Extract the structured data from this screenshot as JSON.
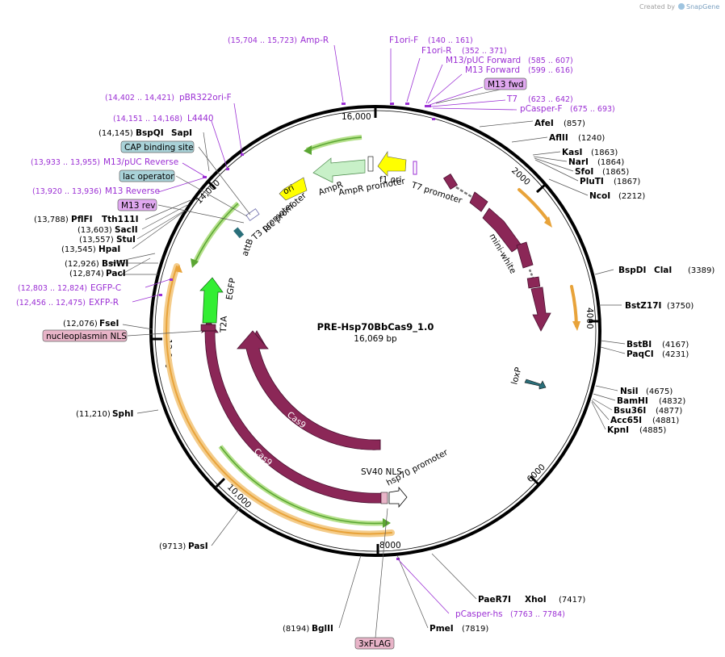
{
  "credit": {
    "text": "Created by",
    "brand": "SnapGene"
  },
  "plasmid": {
    "name": "PRE-Hsp70BbCas9_1.0",
    "size": "16,069 bp"
  },
  "ticks": [
    "2000",
    "4000",
    "6000",
    "8000",
    "10,000",
    "12,000",
    "14,000",
    "16,000"
  ],
  "enzymes": [
    {
      "name": "AfeI",
      "pos": "(857)"
    },
    {
      "name": "AflII",
      "pos": "(1240)"
    },
    {
      "name": "KasI",
      "pos": "(1863)"
    },
    {
      "name": "NarI",
      "pos": "(1864)"
    },
    {
      "name": "SfoI",
      "pos": "(1865)"
    },
    {
      "name": "PluTI",
      "pos": "(1867)"
    },
    {
      "name": "NcoI",
      "pos": "(2212)"
    },
    {
      "name": "BspDI",
      "name2": "ClaI",
      "pos": "(3389)"
    },
    {
      "name": "BstZ17I",
      "pos": "(3750)"
    },
    {
      "name": "BstBI",
      "pos": "(4167)"
    },
    {
      "name": "PaqCI",
      "pos": "(4231)"
    },
    {
      "name": "NsiI",
      "pos": "(4675)"
    },
    {
      "name": "BamHI",
      "pos": "(4832)"
    },
    {
      "name": "Bsu36I",
      "pos": "(4877)"
    },
    {
      "name": "Acc65I",
      "pos": "(4881)"
    },
    {
      "name": "KpnI",
      "pos": "(4885)"
    },
    {
      "name": "PaeR7I",
      "name2": "XhoI",
      "pos": "(7417)"
    },
    {
      "name": "PmeI",
      "pos": "(7819)"
    },
    {
      "name": "BglII",
      "pos": "(8194)"
    },
    {
      "name": "PasI",
      "pos": "(9713)"
    },
    {
      "name": "SphI",
      "pos": "(11,210)"
    },
    {
      "name": "FseI",
      "pos": "(12,076)"
    },
    {
      "name": "PacI",
      "pos": "(12,874)"
    },
    {
      "name": "BsiWI",
      "pos": "(12,926)"
    },
    {
      "name": "HpaI",
      "pos": "(13,545)"
    },
    {
      "name": "StuI",
      "pos": "(13,557)"
    },
    {
      "name": "SacII",
      "pos": "(13,603)"
    },
    {
      "name": "PflFI",
      "name2": "Tth111I",
      "pos": "(13,788)"
    },
    {
      "name": "BspQI",
      "name2": "SapI",
      "pos": "(14,145)"
    }
  ],
  "primers": [
    {
      "name": "Amp-R",
      "pos": "(15,704 .. 15,723)"
    },
    {
      "name": "F1ori-F",
      "pos": "(140 .. 161)"
    },
    {
      "name": "F1ori-R",
      "pos": "(352 .. 371)"
    },
    {
      "name": "M13/pUC Forward",
      "pos": "(585 .. 607)"
    },
    {
      "name": "M13 Forward",
      "pos": "(599 .. 616)"
    },
    {
      "name": "T7",
      "pos": "(623 .. 642)"
    },
    {
      "name": "pCasper-F",
      "pos": "(675 .. 693)"
    },
    {
      "name": "pBR322ori-F",
      "pos": "(14,402 .. 14,421)"
    },
    {
      "name": "L4440",
      "pos": "(14,151 .. 14,168)"
    },
    {
      "name": "M13/pUC Reverse",
      "pos": "(13,933 .. 13,955)"
    },
    {
      "name": "M13 Reverse",
      "pos": "(13,920 .. 13,936)"
    },
    {
      "name": "EGFP-C",
      "pos": "(12,803 .. 12,824)"
    },
    {
      "name": "EXFP-R",
      "pos": "(12,456 .. 12,475)"
    },
    {
      "name": "pCasper-hs",
      "pos": "(7763 .. 7784)"
    }
  ],
  "boxes": {
    "m13fwd": "M13 fwd",
    "cap": "CAP binding site",
    "lacop": "lac operator",
    "m13rev": "M13 rev",
    "nls": "nucleoplasmin NLS",
    "flag": "3xFLAG"
  },
  "features": {
    "ori": "ori",
    "ampr": "AmpR",
    "ampr_promoter": "AmpR promoter",
    "f1ori": "f1 ori",
    "t7": "T7 promoter",
    "lac_promoter": "lac promoter",
    "t3": "T3 promoter",
    "attb": "attB",
    "miniwhite": "mini-white",
    "loxp": "loxP",
    "egfp": "EGFP",
    "t2a": "T2A",
    "cas9_inner": "Cas9",
    "cas9_outer": "Cas9",
    "sv40": "SV40 NLS",
    "hsp70": "hsp70 promoter"
  },
  "colors": {
    "cas9": "#8b2757",
    "ori": "#ffff00",
    "ampr": "#c8f0c8",
    "egfp": "#33ee33",
    "arrow_green": "#5ba633",
    "arrow_orange": "#e8a33a",
    "primer": "#9b2fd4",
    "cap_box": "#a9d2d8",
    "pink_box": "#e8b4c8",
    "m13_box": "#e0a8f0",
    "attb": "#2a6f7a"
  }
}
